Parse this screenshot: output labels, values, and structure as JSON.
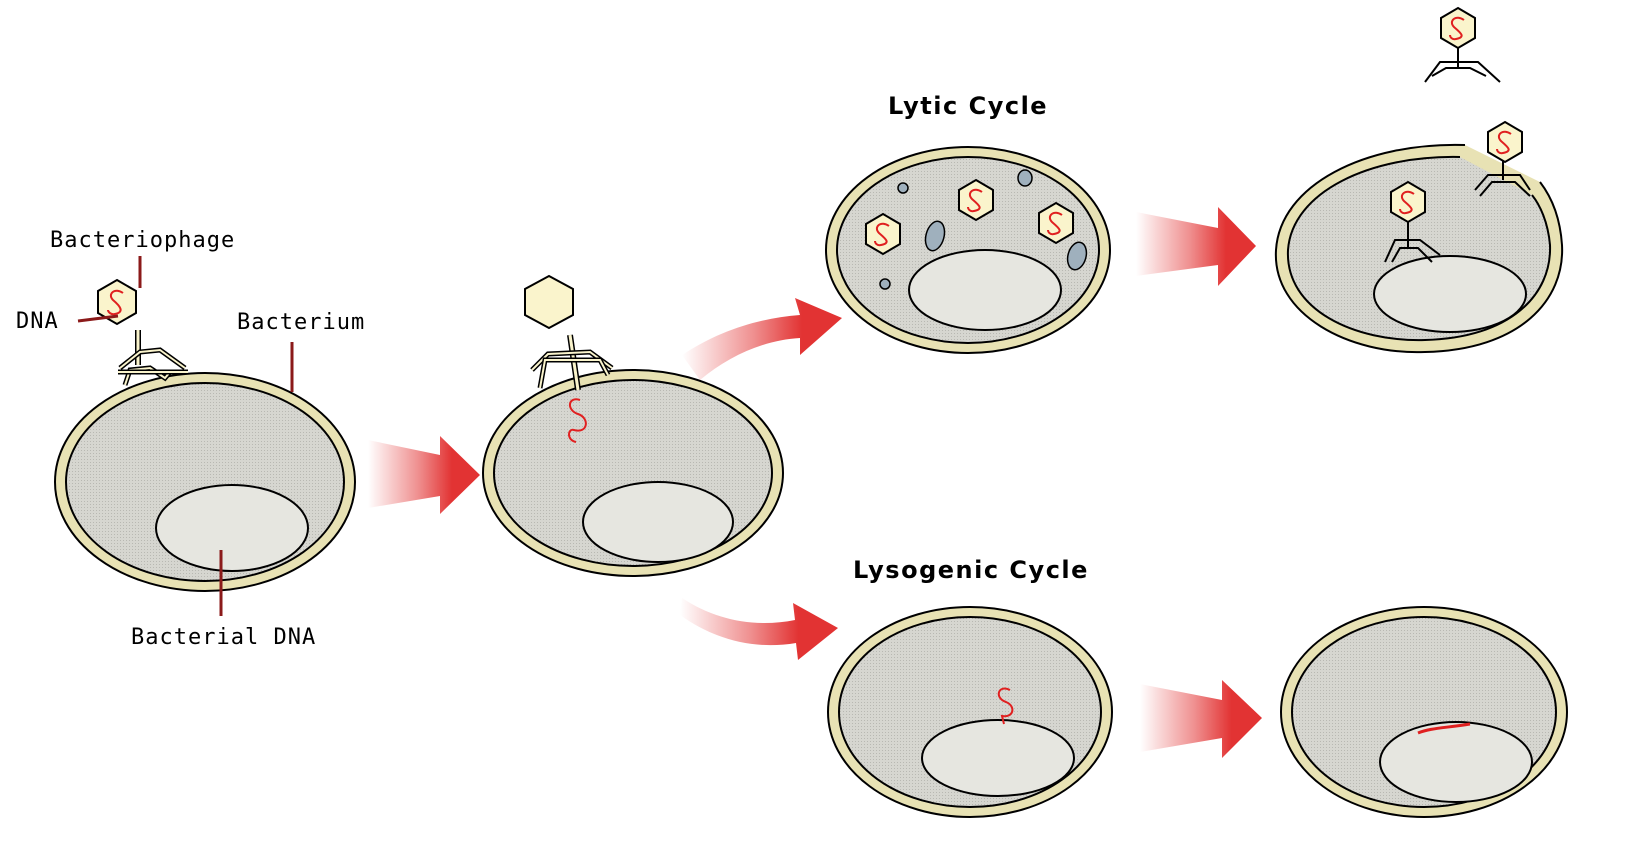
{
  "labels": {
    "bacteriophage": "Bacteriophage",
    "dna": "DNA",
    "bacterium": "Bacterium",
    "bacterial_dna": "Bacterial DNA"
  },
  "headings": {
    "lytic": "Lytic Cycle",
    "lysogenic": "Lysogenic Cycle"
  },
  "colors": {
    "membrane": "#e8e2b4",
    "cytoplasm": "#dcdcd6",
    "nucleoid": "#e6e6e0",
    "arrow": "#e23333",
    "dna": "#e02020",
    "phage_head": "#faf4cc",
    "granule": "#9fb0bd"
  }
}
